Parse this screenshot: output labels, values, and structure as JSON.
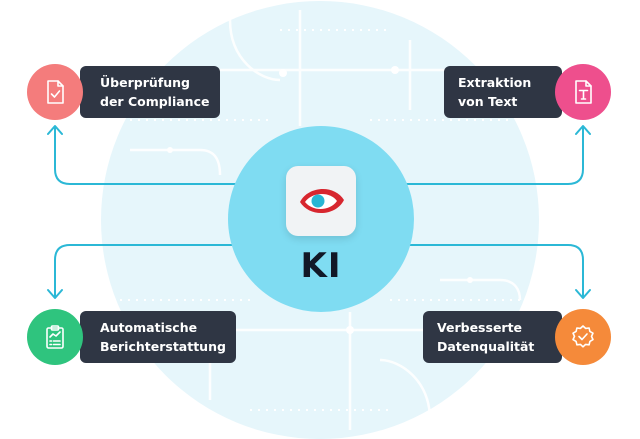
{
  "hub": {
    "title": "KI",
    "logo_icon": "eye-logo-icon"
  },
  "nodes": {
    "compliance": {
      "line1": "Überprüfung",
      "line2": "der Compliance",
      "icon": "document-check-icon",
      "color": "#f47c7c"
    },
    "extraction": {
      "line1": "Extraktion",
      "line2": "von Text",
      "icon": "text-document-icon",
      "color": "#ee4f8d"
    },
    "reporting": {
      "line1": "Automatische",
      "line2": "Berichterstattung",
      "icon": "clipboard-chart-icon",
      "color": "#2fc47e"
    },
    "quality": {
      "line1": "Verbesserte",
      "line2": "Datenqualität",
      "icon": "verified-badge-icon",
      "color": "#f58a3a"
    }
  },
  "colors": {
    "connector": "#2bb8d6",
    "hub": "#7fdcf2",
    "background_circle": "#e6f6fb",
    "label_background": "#2f3644"
  }
}
